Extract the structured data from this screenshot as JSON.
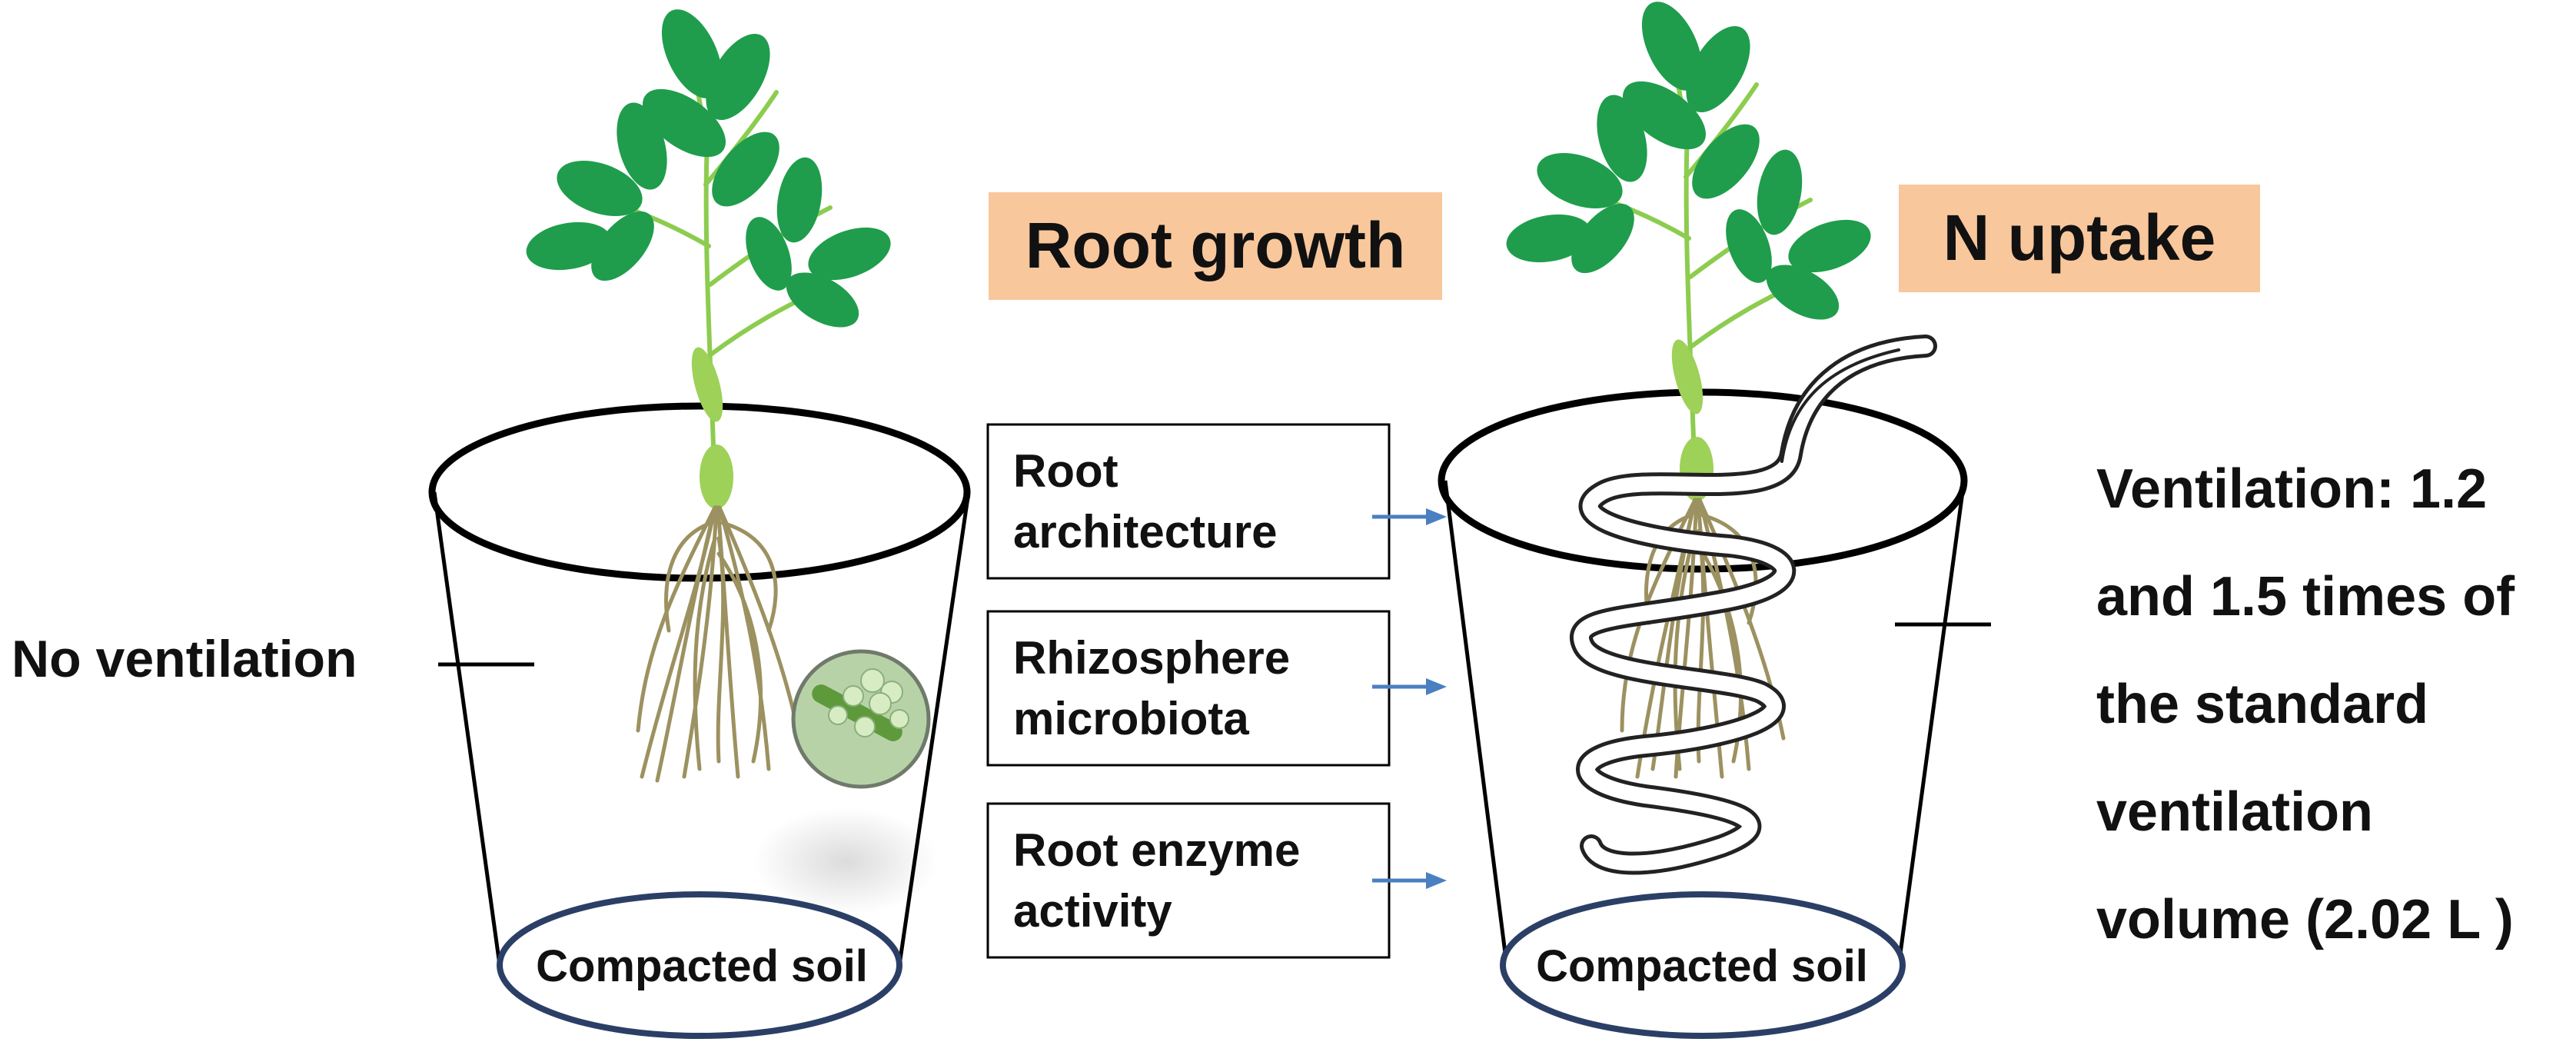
{
  "labels": {
    "left_side": "No ventilation",
    "left_pot_base": "Compacted soil",
    "right_pot_base": "Compacted soil",
    "heading_left": "Root growth",
    "heading_right": "N uptake",
    "right_side_lines": [
      "Ventilation: 1.2",
      "and 1.5 times of",
      "the standard",
      "ventilation",
      "volume (2.02 L )"
    ]
  },
  "factor_boxes": [
    {
      "lines": [
        "Root",
        "architecture"
      ]
    },
    {
      "lines": [
        "Rhizosphere",
        "microbiota"
      ]
    },
    {
      "lines": [
        "Root enzyme",
        "activity"
      ]
    }
  ],
  "colors": {
    "heading_fill": "#f9c79c",
    "leaf": "#1f9d4c",
    "stem": "#8ccc4e",
    "root": "#9c9160",
    "pot_base_ring": "#2b3f66",
    "arrow": "#4a7fc1",
    "microbe_circle": "#b8d2a8"
  },
  "icons": {
    "plants": "seedling-with-trifoliate-leaves",
    "microbes": "magnified-microbe-circle",
    "tube": "coiled-ventilation-tube"
  }
}
